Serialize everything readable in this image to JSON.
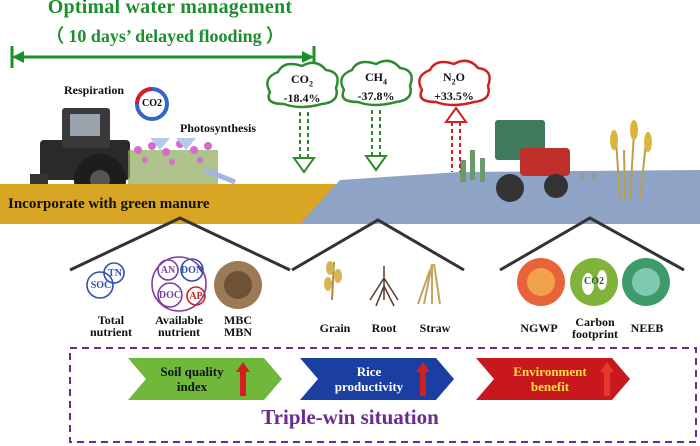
{
  "title": "Optimal water management",
  "subtitle": "（ 10 days’ delayed flooding ）",
  "processes": {
    "respiration": "Respiration",
    "co2_center": "CO2",
    "photosynthesis": "Photosynthesis"
  },
  "gases": [
    {
      "formula": "CO",
      "sub": "2",
      "change": "-18.4%",
      "color": "#2e8b2e",
      "direction": "down"
    },
    {
      "formula": "CH",
      "sub": "4",
      "change": "-37.8%",
      "color": "#2e8b2e",
      "direction": "down"
    },
    {
      "formula": "N",
      "sub": "2",
      "formula_tail": "O",
      "change": "+33.5%",
      "color": "#d22020",
      "direction": "up"
    }
  ],
  "band_label": "Incorporate with green manure",
  "soil_group": {
    "labels": [
      "Total nutrient",
      "Available nutrient",
      "MBC MBN"
    ],
    "circles": [
      "TN",
      "SOC",
      "AN",
      "DON",
      "DOC",
      "AP"
    ]
  },
  "rice_group": {
    "labels": [
      "Grain",
      "Root",
      "Straw"
    ]
  },
  "env_group": {
    "labels": [
      "NGWP",
      "Carbon footprint",
      "NEEB"
    ],
    "co2_icon": "CO2"
  },
  "outcomes": [
    {
      "label": "Soil quality index",
      "color": "#6fb83a",
      "text_color": "#111111"
    },
    {
      "label": "Rice productivity",
      "color": "#1a3fa0",
      "text_color": "#ffffff"
    },
    {
      "label": "Environment benefit",
      "color": "#c8181e",
      "text_color": "#ffe23a"
    }
  ],
  "conclusion": "Triple-win situation",
  "colors": {
    "title_green": "#1a8f2c",
    "band": "#d9a524",
    "water": "#8fa3c7",
    "frame": "#6b2b8f"
  }
}
